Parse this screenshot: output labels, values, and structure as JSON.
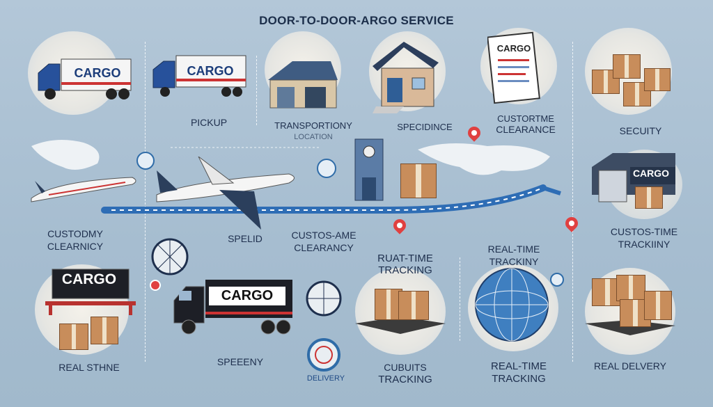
{
  "title": "DOOR-TO-DOOR-ARGO SERVICE",
  "cargo_word": "CARGO",
  "document_word": "CARGO",
  "labels_row1": [
    {
      "text": "PICKUP"
    },
    {
      "text": "TRANSPORTIONY",
      "sub": "LOCATION"
    },
    {
      "text": "SPECIDINCE"
    },
    {
      "text": "CUSTORTME",
      "text2": "CLEARANCE"
    },
    {
      "text": "SECUITY"
    }
  ],
  "labels_row2": [
    {
      "text": "CUSTODMY",
      "text2": "CLEARNICY"
    },
    {
      "text": "SPELID"
    },
    {
      "text": "CUSTOS-AME",
      "text2": "CLEARANCY"
    },
    {
      "text": "RUAT-TIME",
      "text2": "TRACKING"
    },
    {
      "text": "REAL-TIME",
      "text2": "TRACKINY"
    },
    {
      "text": "CUSTOS-TIME",
      "text2": "TRACKIINY"
    }
  ],
  "labels_row3": [
    {
      "text": "REAL STHNE"
    },
    {
      "text": "SPEEENY"
    },
    {
      "text": "DELIVERY"
    },
    {
      "text": "CUBUITS",
      "text2": "TRACKING"
    },
    {
      "text": "REAL-TIME",
      "text2": "TRACKING"
    },
    {
      "text": "REAL DELVERY"
    }
  ],
  "colors": {
    "background": "#a9c0d3",
    "route": "#2e6db5",
    "pin": "#e04040",
    "text": "#1e2f4d"
  }
}
